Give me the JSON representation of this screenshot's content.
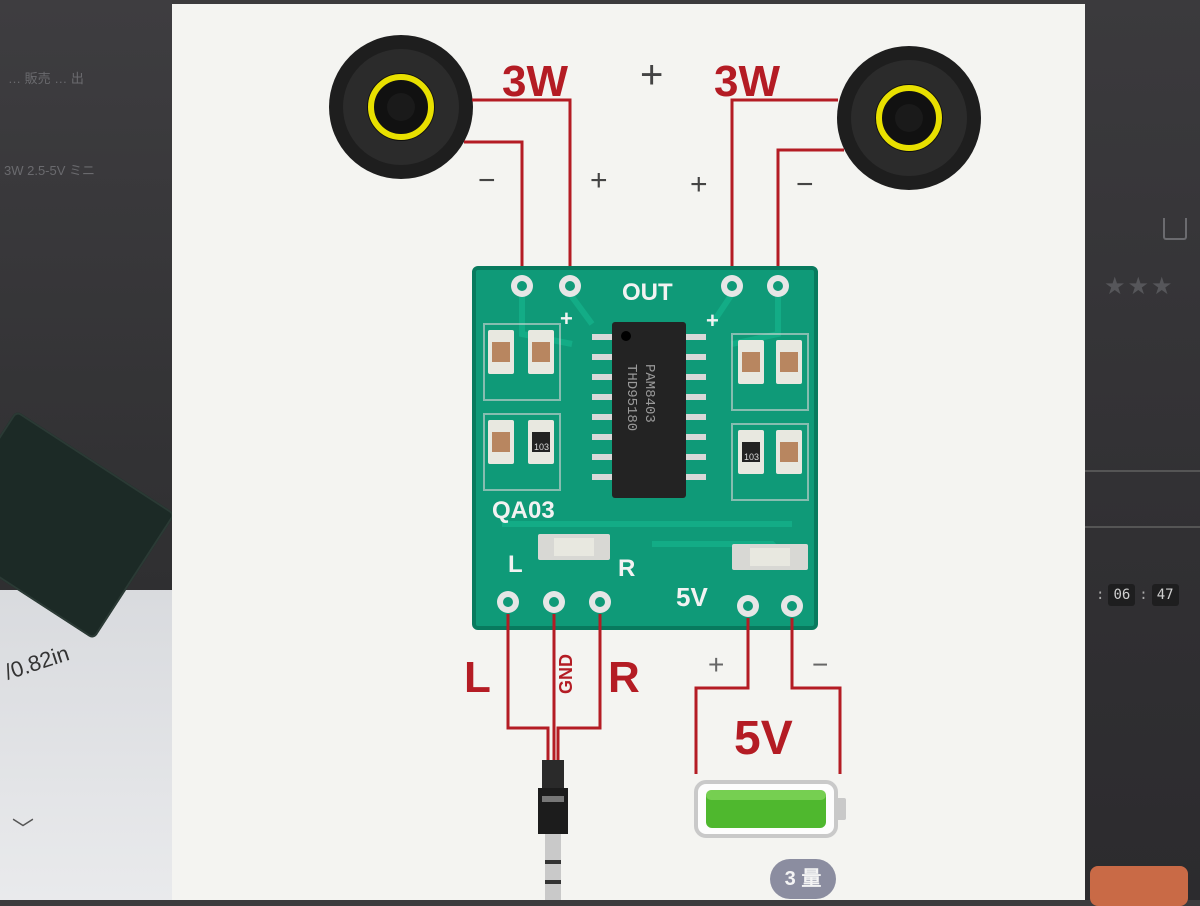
{
  "left_panel": {
    "faint_text": "3W 2.5-5V ミニ",
    "dimension_text": "/0.82in",
    "faint_top": "… 販売 … 出"
  },
  "right_panel": {
    "timer": [
      "06",
      "47"
    ],
    "stars": "★★★"
  },
  "diagram": {
    "power_label_left": "3W",
    "plus_sign": "+",
    "power_label_right": "3W",
    "speaker_left_minus": "−",
    "speaker_left_plus": "+",
    "speaker_right_plus": "+",
    "speaker_right_minus": "−",
    "out_label": "OUT",
    "chip_line1": "PAM8403",
    "chip_line2": "THD95180",
    "board_label": "QA03",
    "pad_l": "L",
    "pad_r": "R",
    "pad_5v": "5V",
    "audio_left": "L",
    "audio_gnd": "GND",
    "audio_right": "R",
    "power_plus": "+",
    "power_minus": "−",
    "battery_label": "5V",
    "resistor_code": "103",
    "colors": {
      "pcb": "#0f9a78",
      "wire": "#b41c24",
      "battery": "#4fb82e",
      "speaker_ring": "#e8e000"
    }
  },
  "pager": {
    "label": "3 量"
  }
}
